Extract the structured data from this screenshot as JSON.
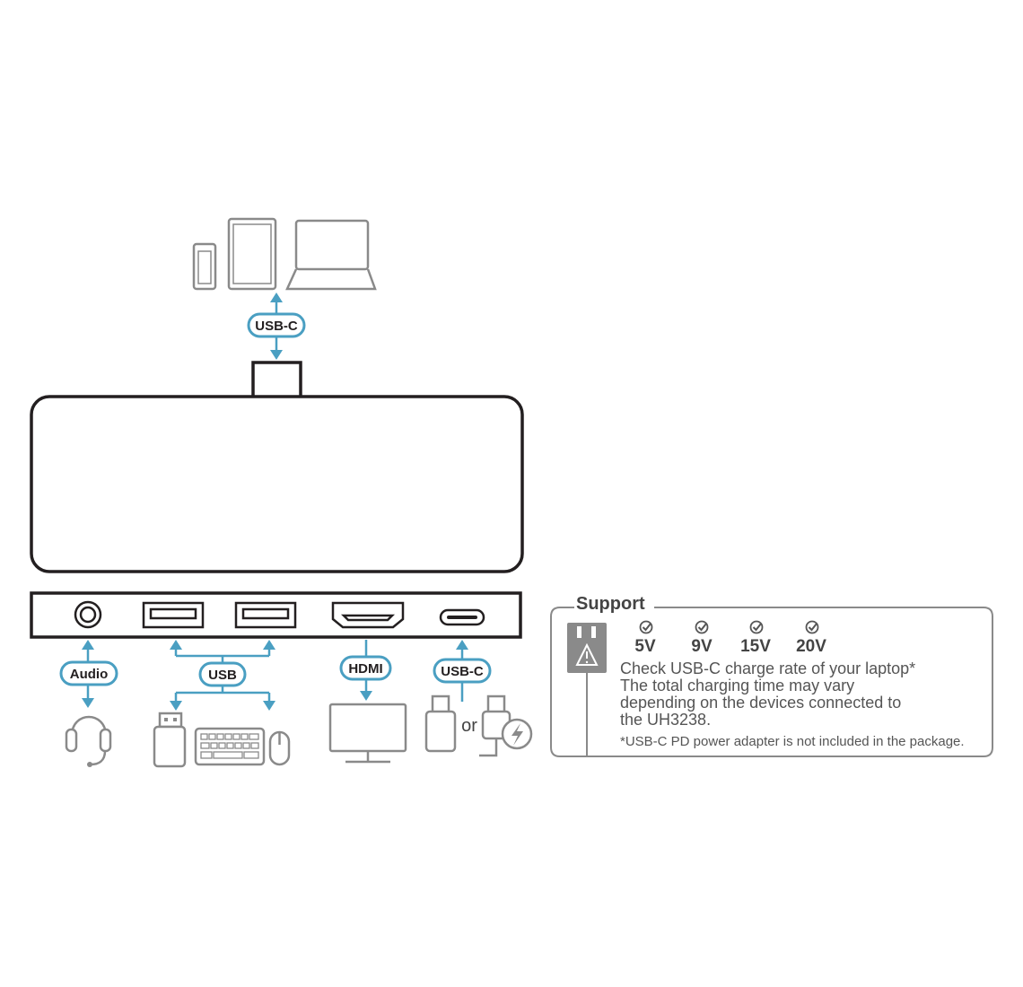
{
  "labels": {
    "usbc_host": "USB-C",
    "audio": "Audio",
    "usb": "USB",
    "hdmi": "HDMI",
    "usbc_pd": "USB-C",
    "or": "or"
  },
  "support": {
    "title": "Support",
    "voltages": [
      "5V",
      "9V",
      "15V",
      "20V"
    ],
    "check_lines": [
      "Check USB-C charge rate of your laptop*",
      "The total charging time may vary",
      "depending on the devices connected to",
      "the UH3238."
    ],
    "footnote": "*USB-C PD power adapter is not included in the package."
  },
  "colors": {
    "accent": "#4a9fc2",
    "outline": "#231f20",
    "device_gray": "#8a8a8a"
  }
}
